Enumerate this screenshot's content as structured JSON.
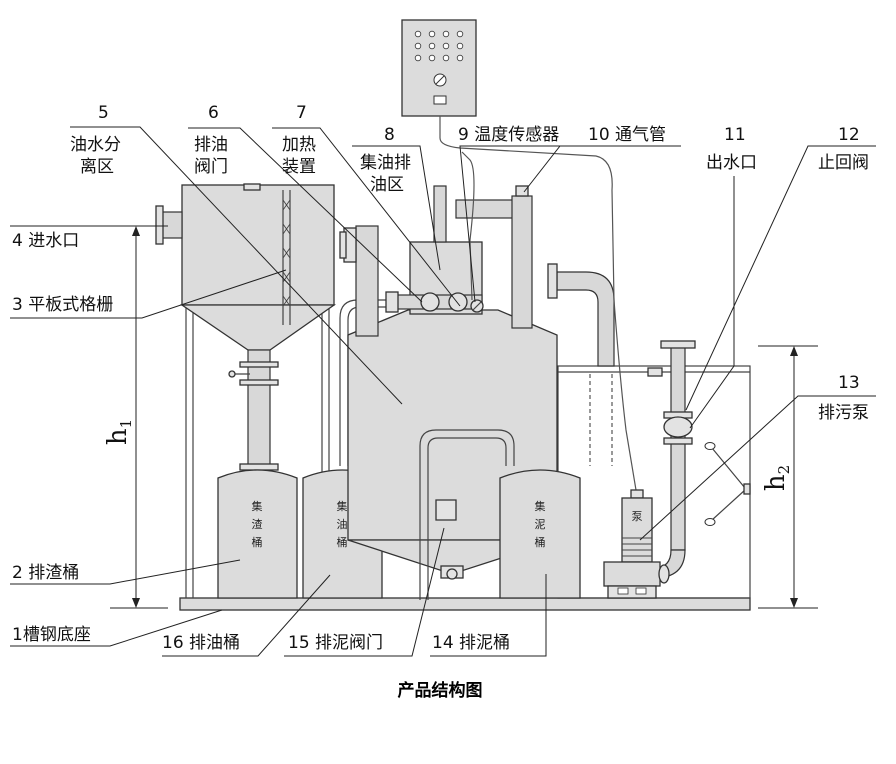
{
  "title": "产品结构图",
  "dimensions": {
    "h1": "h",
    "h1_sub": "1",
    "h2": "h",
    "h2_sub": "2"
  },
  "tank_labels": {
    "slag": [
      "集",
      "渣",
      "桶"
    ],
    "oil": [
      "集",
      "油",
      "桶"
    ],
    "mud": [
      "集",
      "泥",
      "桶"
    ],
    "pump": [
      "泵"
    ]
  },
  "callouts": {
    "c1": "1槽钢底座",
    "c2": "2  排渣桶",
    "c3": "3 平板式格栅",
    "c4": "4  进水口",
    "c5_num": "5",
    "c5_line1": "油水分",
    "c5_line2": "离区",
    "c6_num": "6",
    "c6_line1": "排油",
    "c6_line2": "阀门",
    "c7_num": "7",
    "c7_line1": "加热",
    "c7_line2": "装置",
    "c8_num": "8",
    "c8_line1": "集油排",
    "c8_line2": "油区",
    "c9": "9  温度传感器",
    "c10": "10  通气管",
    "c11_num": "11",
    "c11_line1": "出水口",
    "c12_num": "12",
    "c12_line1": "止回阀",
    "c13_num": "13",
    "c13_line1": "排污泵",
    "c14": "14  排泥桶",
    "c15": "15  排泥阀门",
    "c16": "16  排油桶"
  },
  "colors": {
    "equipment": "#dcdcdc",
    "outline": "#333333",
    "text": "#111111"
  }
}
